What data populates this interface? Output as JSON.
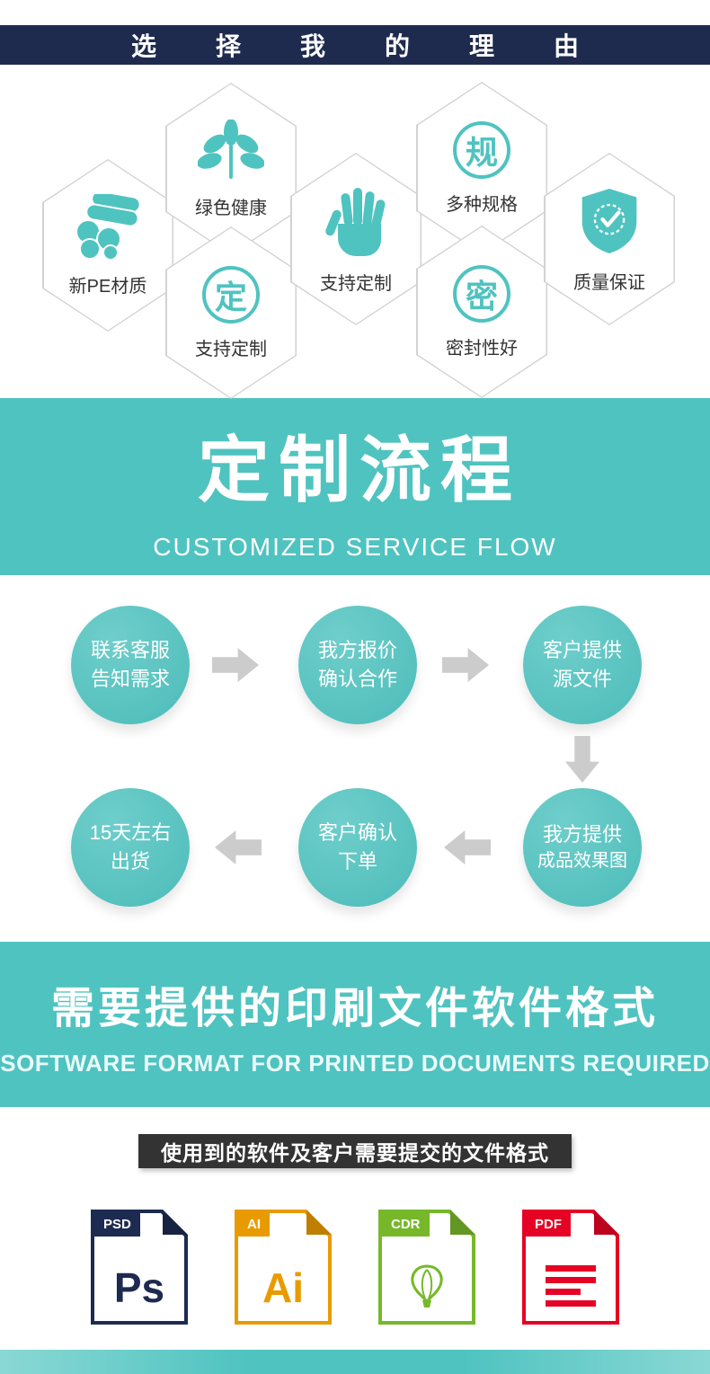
{
  "header": {
    "title": "选择我的理由"
  },
  "hexagons": [
    {
      "label": "新PE材质",
      "icon": "pipes-icon"
    },
    {
      "label": "绿色健康",
      "icon": "leaf-icon"
    },
    {
      "label": "支持定制",
      "icon": "ding-circle-icon",
      "char": "定"
    },
    {
      "label": "支持定制",
      "icon": "glove-icon"
    },
    {
      "label": "多种规格",
      "icon": "gui-circle-icon",
      "char": "规"
    },
    {
      "label": "密封性好",
      "icon": "mi-circle-icon",
      "char": "密"
    },
    {
      "label": "质量保证",
      "icon": "shield-check-icon"
    }
  ],
  "flow_banner": {
    "title": "定制流程",
    "subtitle": "CUSTOMIZED SERVICE FLOW"
  },
  "flow": {
    "row1": [
      {
        "line1": "联系客服",
        "line2": "告知需求"
      },
      {
        "line1": "我方报价",
        "line2": "确认合作"
      },
      {
        "line1": "客户提供",
        "line2": "源文件"
      }
    ],
    "row2": [
      {
        "line1": "15天左右",
        "line2": "出货"
      },
      {
        "line1": "客户确认",
        "line2": "下单"
      },
      {
        "line1": "我方提供",
        "line2": "成品效果图"
      }
    ]
  },
  "format_banner": {
    "title": "需要提供的印刷文件软件格式",
    "subtitle": "SOFTWARE FORMAT FOR PRINTED DOCUMENTS REQUIRED"
  },
  "software": {
    "bar_title": "使用到的软件及客户需要提交的文件格式"
  },
  "formats": [
    {
      "tag": "PSD",
      "big": "Ps",
      "color": "#1d2b50"
    },
    {
      "tag": "AI",
      "big": "Ai",
      "color": "#e89b00"
    },
    {
      "tag": "CDR",
      "big": "",
      "color": "#76b82a"
    },
    {
      "tag": "PDF",
      "big": "",
      "color": "#e60224"
    }
  ],
  "colors": {
    "teal": "#4fc3c0",
    "navy": "#1e2b4f",
    "arrow_gray": "#cccccc",
    "bar_dark": "#333333",
    "psd_navy": "#1d2b50",
    "ai_orange": "#e89b00",
    "cdr_green": "#76b82a",
    "pdf_red": "#e60224"
  }
}
